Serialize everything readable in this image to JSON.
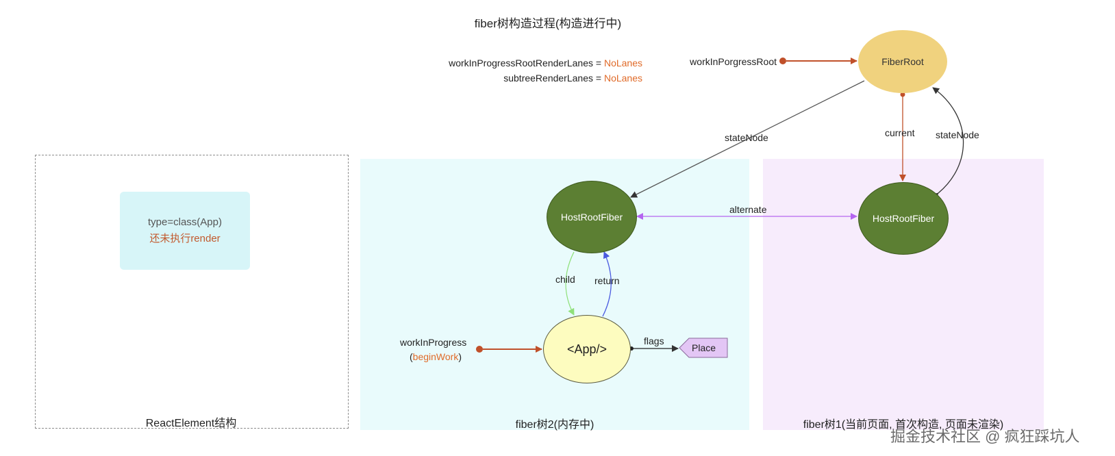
{
  "title": "fiber树构造过程(构造进行中)",
  "lanes": {
    "line1_prefix": "workInProgressRootRenderLanes = ",
    "line1_value": "NoLanes",
    "line2_prefix": "subtreeRenderLanes = ",
    "line2_value": "NoLanes"
  },
  "pointers": {
    "wip_root": "workInPorgressRoot",
    "wip_line1": "workInProgress",
    "wip_open": "(",
    "wip_fn": "beginWork",
    "wip_close": ")"
  },
  "nodes": {
    "fiber_root": "FiberRoot",
    "host_root_wip": "HostRootFiber",
    "host_root_current": "HostRootFiber",
    "app": "<App/>",
    "place": "Place"
  },
  "edges": {
    "state_node_left": "stateNode",
    "current": "current",
    "state_node_right": "stateNode",
    "alternate": "alternate",
    "child": "child",
    "return": "return",
    "flags": "flags"
  },
  "react_element": {
    "type": "type=class(App)",
    "note": "还未执行render"
  },
  "regions": {
    "react_label": "ReactElement结构",
    "wip_label": "fiber树2(内存中)",
    "current_label": "fiber树1(当前页面, 首次构造, 页面未渲染)"
  },
  "watermark": "掘金技术社区 @ 疯狂踩坑人",
  "colors": {
    "fiber_root_fill": "#f0d27e",
    "host_root_fill": "#5c7f33",
    "app_fill": "#fdfcbf",
    "place_fill": "#e3c6f5",
    "wip_region": "#e9fbfc",
    "current_region": "#f7ecfc",
    "pointer_arrow": "#c0502a",
    "alternate_arrow": "#b565f0",
    "child_arrow": "#8fe07a",
    "return_arrow": "#4a5ae0"
  }
}
